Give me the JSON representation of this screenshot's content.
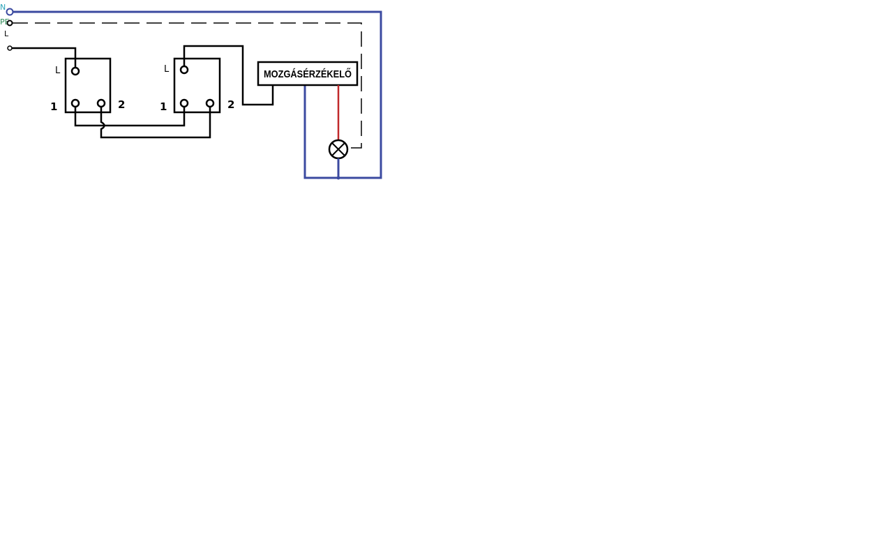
{
  "rails": {
    "n_label": "N",
    "pe_label": "PE",
    "l_label": "L"
  },
  "switch1": {
    "l_label": "L",
    "t1_label": "1",
    "t2_label": "2"
  },
  "switch2": {
    "l_label": "L",
    "t1_label": "1",
    "t2_label": "2"
  },
  "sensor": {
    "label": "MOZGÁSÉRZÉKELŐ"
  },
  "colors": {
    "neutral": "#3b4aa0",
    "live": "#000000",
    "lamp_feed": "#c0282a",
    "n_text": "#2aa3b8",
    "pe_text": "#2e8b57",
    "background": "#ffffff"
  }
}
